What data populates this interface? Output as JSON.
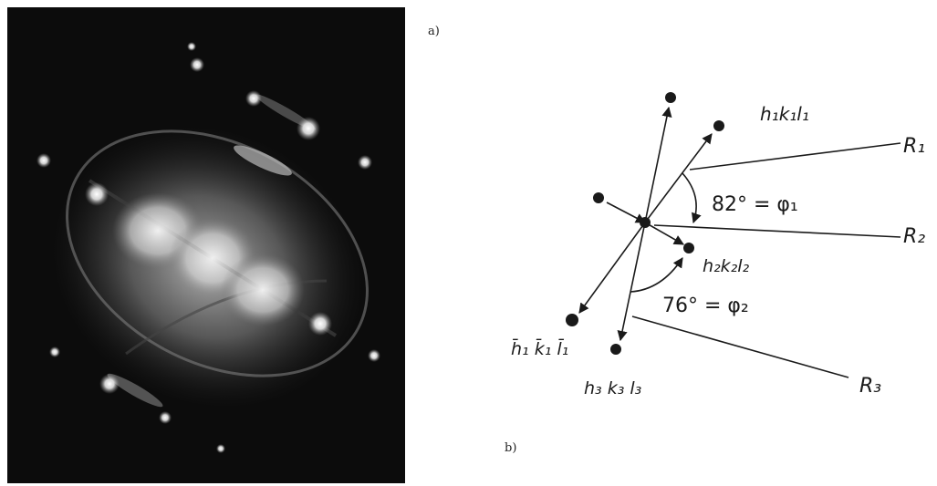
{
  "figure": {
    "panel_a_label": "a)",
    "panel_b_label": "b)",
    "photo_description_icon": "electron-diffraction-pattern-icon",
    "diagram": {
      "labels": {
        "h1k1l1": "h₁k₁l₁",
        "h2k2l2": "h₂k₂l₂",
        "h3k3l3": "h₃ k₃ l₃",
        "neg_h1k1l1": "h̄₁ k̄₁ l̄₁",
        "R1": "R₁",
        "R2": "R₂",
        "R3": "R₃",
        "phi1": "82° = φ₁",
        "phi2": "76° = φ₂"
      },
      "colors": {
        "ink": "#1a1a1a",
        "photo_bg": "#0c0c0c"
      }
    }
  }
}
